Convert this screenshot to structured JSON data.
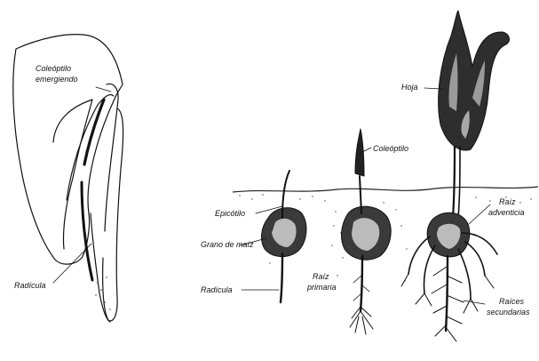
{
  "figure": {
    "labels": {
      "coleoptilo_emergiendo_1": "Coleóptilo",
      "coleoptilo_emergiendo_2": "emergiendo",
      "radicula_left": "Radícula",
      "epicotilo": "Epicótilo",
      "grano_de_maiz": "Grano de maíz",
      "radicula_mid": "Radícula",
      "raiz_primaria_1": "Raíz",
      "raiz_primaria_2": "primaria",
      "coleoptilo": "Coleóptilo",
      "hoja": "Hoja",
      "raiz_adventicia_1": "Raíz",
      "raiz_adventicia_2": "adventicia",
      "raices_secundarias_1": "Raíces",
      "raices_secundarias_2": "secundarias"
    }
  }
}
